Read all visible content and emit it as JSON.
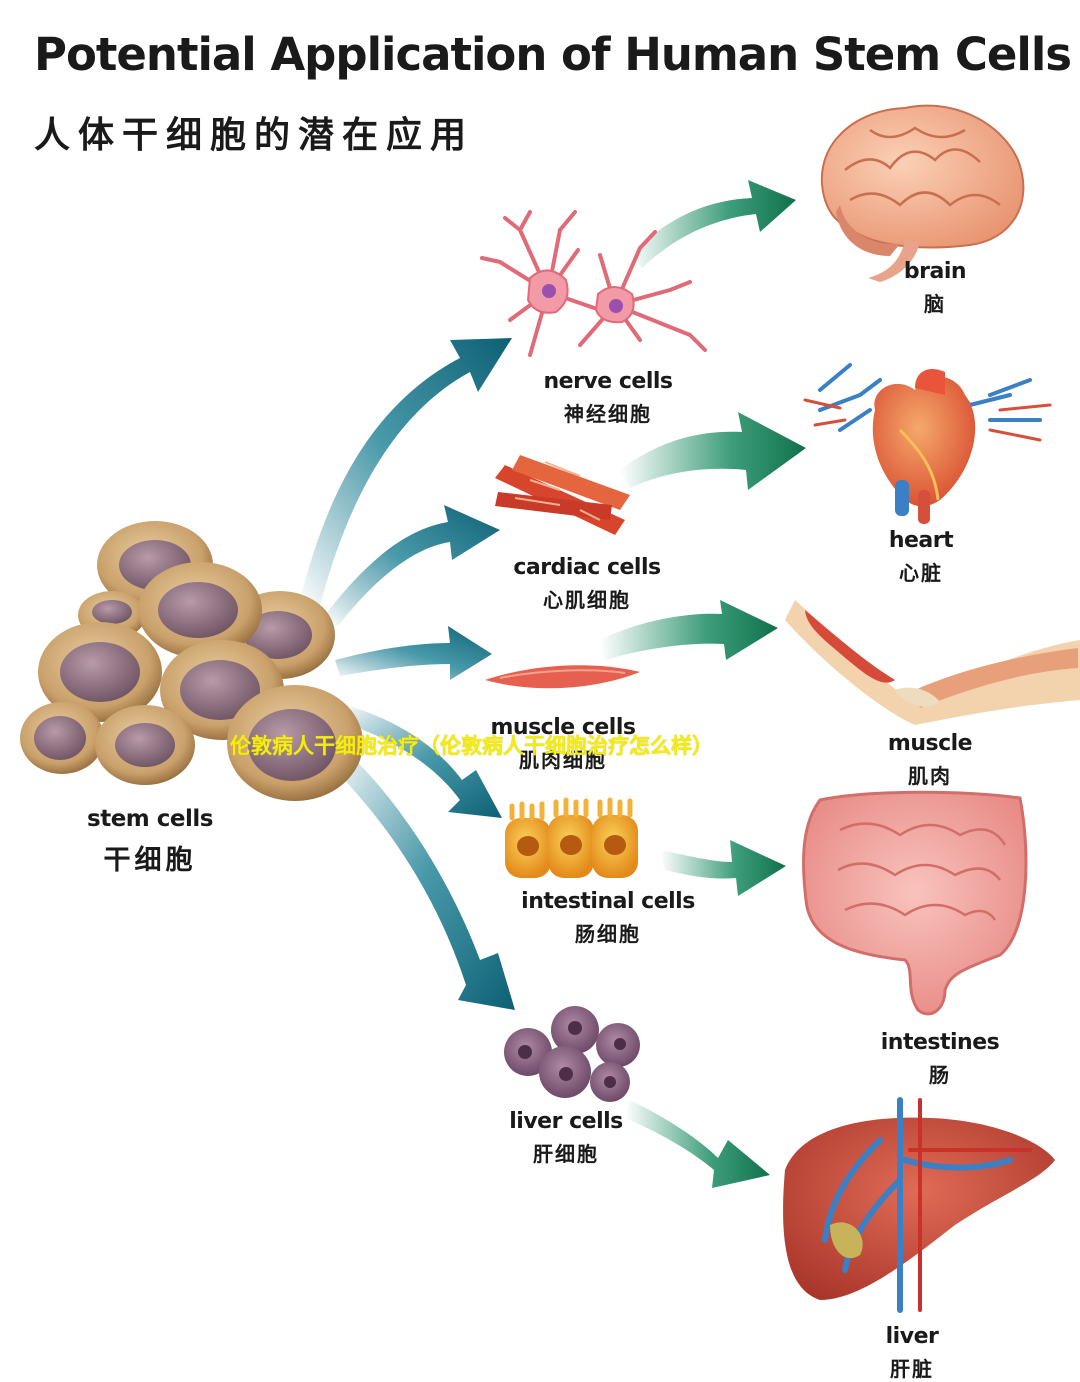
{
  "title": "Potential Application of Human Stem Cells",
  "subtitle": "人体干细胞的潜在应用",
  "source": {
    "en": "stem cells",
    "zh": "干细胞"
  },
  "cell_types": [
    {
      "en": "nerve cells",
      "zh": "神经细胞"
    },
    {
      "en": "cardiac cells",
      "zh": "心肌细胞"
    },
    {
      "en": "muscle cells",
      "zh": "肌肉细胞"
    },
    {
      "en": "intestinal cells",
      "zh": "肠细胞"
    },
    {
      "en": "liver cells",
      "zh": "肝细胞"
    }
  ],
  "organs": [
    {
      "en": "brain",
      "zh": "脑"
    },
    {
      "en": "heart",
      "zh": "心脏"
    },
    {
      "en": "muscle",
      "zh": "肌肉"
    },
    {
      "en": "intestines",
      "zh": "肠"
    },
    {
      "en": "liver",
      "zh": "肝脏"
    }
  ],
  "watermark": "伦敦病人干细胞治疗（伦敦病人干细胞治疗怎么样）",
  "colors": {
    "arrow_teal": "#0f6f86",
    "arrow_green": "#1a8a5e",
    "cell_tan": "#c9a06a",
    "nucleus": "#8a6e7e",
    "watermark": "#f4ec12"
  }
}
